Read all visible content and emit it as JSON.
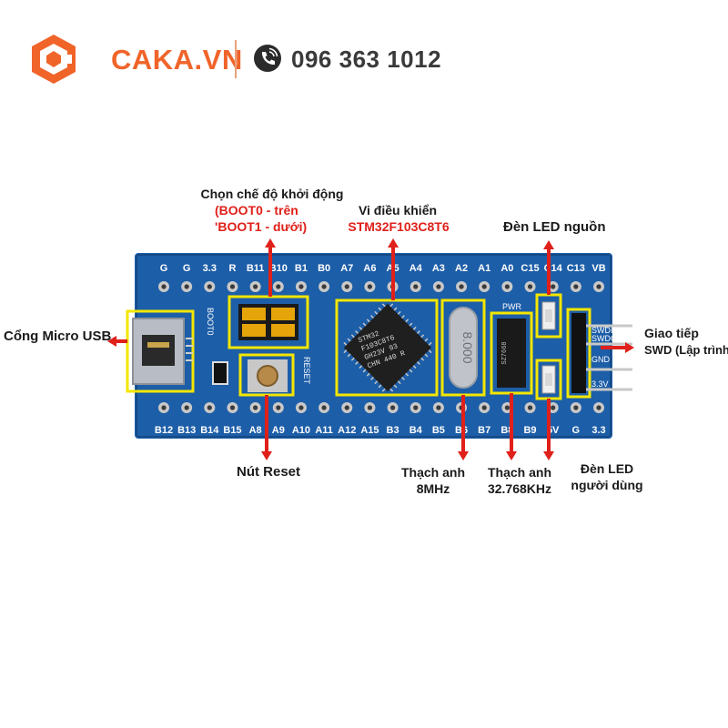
{
  "header": {
    "brand": "CAKA.VN",
    "phone": "096 363 1012",
    "logo_icon": "caka-logo-icon",
    "phone_icon": "phone-icon",
    "brand_color": "#f0642a"
  },
  "board": {
    "top_pins": [
      "G",
      "G",
      "3.3",
      "R",
      "B11",
      "B10",
      "B1",
      "B0",
      "A7",
      "A6",
      "A5",
      "A4",
      "A3",
      "A2",
      "A1",
      "A0",
      "C15",
      "C14",
      "C13",
      "VB"
    ],
    "bottom_pins": [
      "B12",
      "B13",
      "B14",
      "B15",
      "A8",
      "A9",
      "A10",
      "A11",
      "A12",
      "A15",
      "B3",
      "B4",
      "B5",
      "B6",
      "B7",
      "B8",
      "B9",
      "5V",
      "G",
      "3.3"
    ],
    "silk_boot": "BOOT0",
    "silk_reset": "RESET",
    "silk_pwr": "PWR",
    "chip_text": [
      "STM32",
      "F103C8T6",
      "GH23V 93",
      "CHN 440 R"
    ],
    "crystal_text": "8.000",
    "swd_pins": [
      "SWDIO",
      "SWDCLK",
      "GND",
      "3.3V"
    ],
    "pcb_color": "#1d5ea8",
    "highlight_color": "#f3e600",
    "arrow_color": "#e0201a"
  },
  "labels": {
    "boot_title": "Chọn chế độ khởi động",
    "boot_line1": "(BOOT0 - trên",
    "boot_line2": "'BOOT1 - dưới)",
    "mcu_title": "Vi điều khiển",
    "mcu_part": "STM32F103C8T6",
    "pwr_led": "Đèn LED nguồn",
    "usb": "Cổng Micro USB",
    "swd_line1": "Giao tiếp",
    "swd_line2": "SWD (Lập trình)",
    "reset": "Nút Reset",
    "xtal_main_line1": "Thạch anh",
    "xtal_main_line2": "8MHz",
    "xtal_rtc_line1": "Thạch anh",
    "xtal_rtc_line2": "32.768KHz",
    "user_led_line1": "Đèn LED",
    "user_led_line2": "người dùng"
  }
}
